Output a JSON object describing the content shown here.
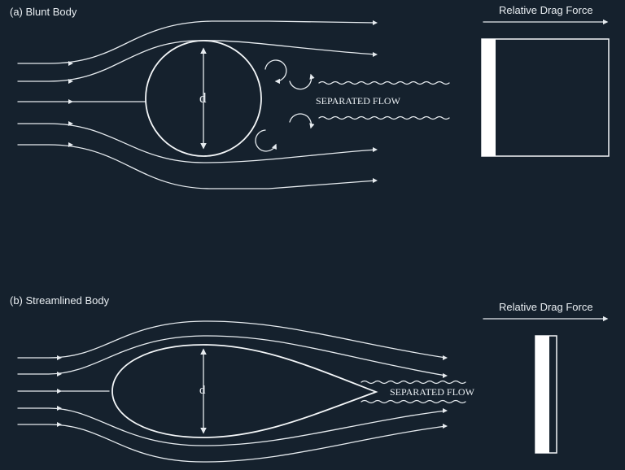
{
  "panel_a": {
    "title": "(a) Blunt Body",
    "body_label": "d",
    "wake_label": "SEPARATED FLOW",
    "drag_label": "Relative Drag Force"
  },
  "panel_b": {
    "title": "(b) Streamlined Body",
    "body_label": "d",
    "wake_label": "SEPARATED FLOW",
    "drag_label": "Relative Drag Force"
  },
  "colors": {
    "background": "#15212d",
    "line": "#e6ebef",
    "fill": "#ffffff"
  }
}
